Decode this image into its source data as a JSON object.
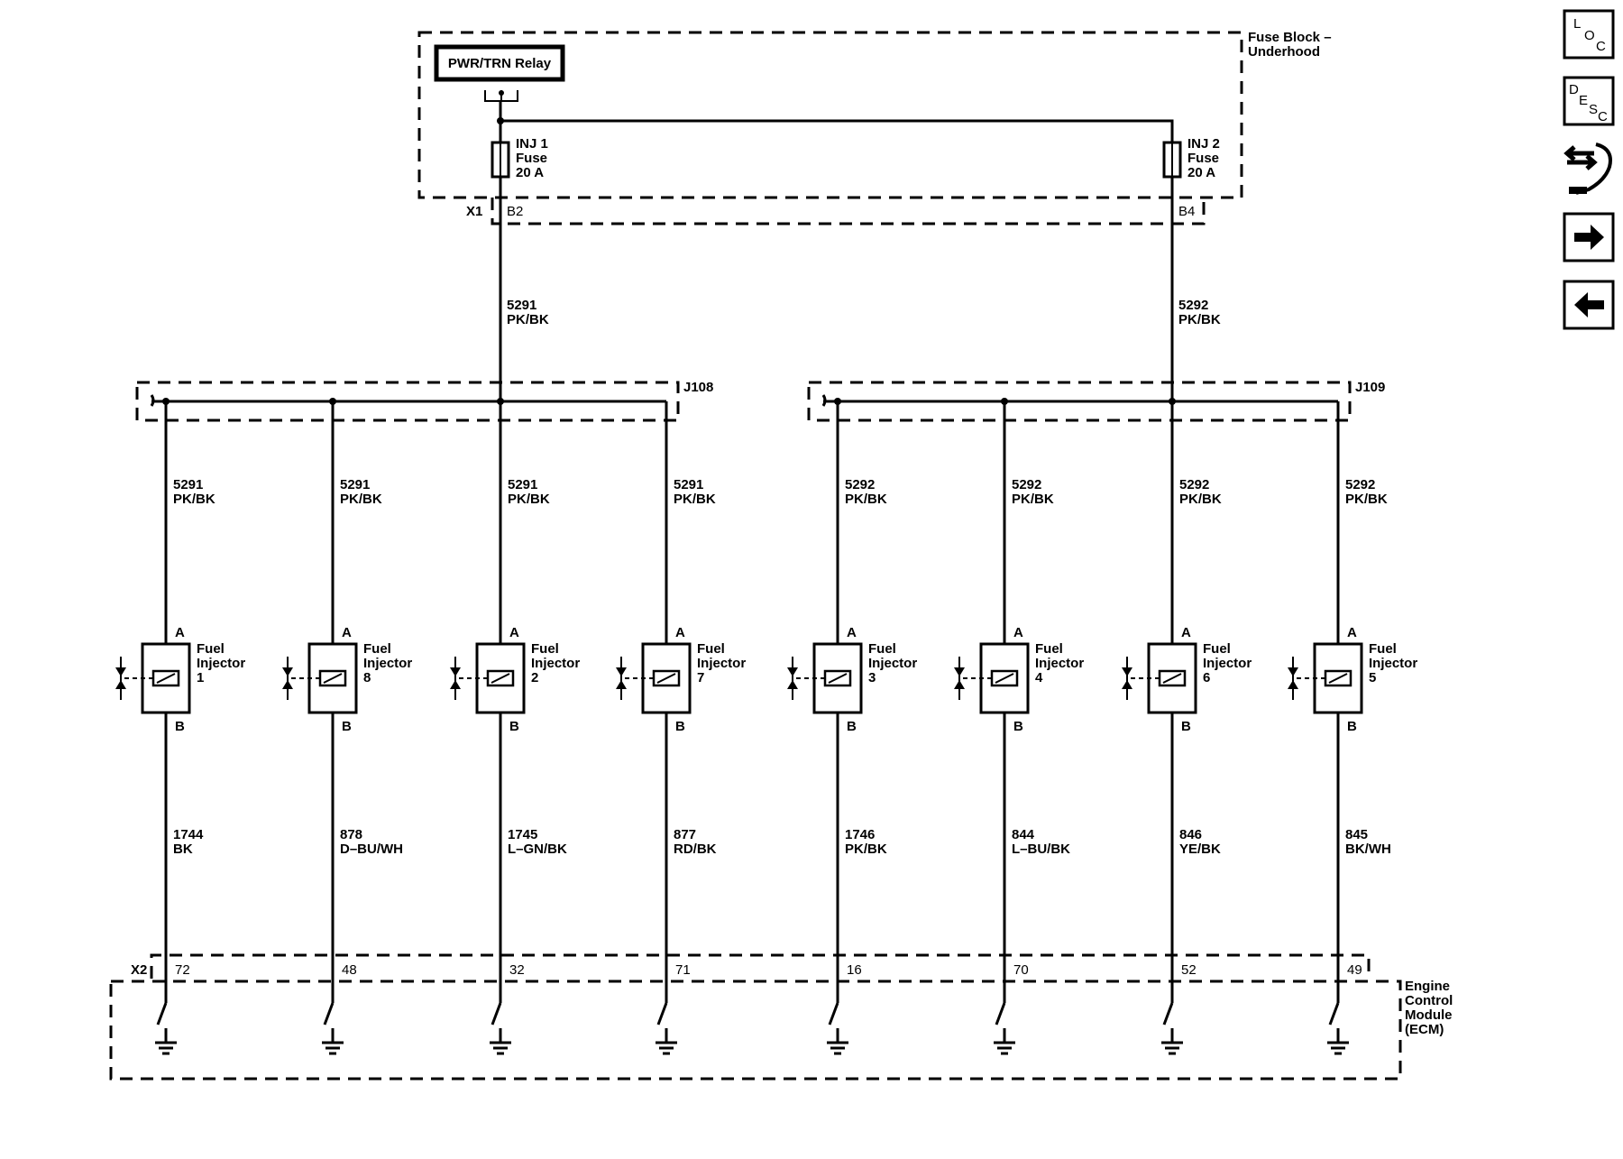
{
  "fuse_block": {
    "title_line1": "Fuse Block –",
    "title_line2": "Underhood",
    "connector": "X1"
  },
  "relay": {
    "label": "PWR/TRN Relay"
  },
  "fuses": [
    {
      "name_line1": "INJ 1",
      "name_line2": "Fuse",
      "rating": "20 A",
      "pin": "B2"
    },
    {
      "name_line1": "INJ 2",
      "name_line2": "Fuse",
      "rating": "20 A",
      "pin": "B4"
    }
  ],
  "feed_wires": [
    {
      "circuit": "5291",
      "color": "PK/BK"
    },
    {
      "circuit": "5292",
      "color": "PK/BK"
    }
  ],
  "splices": [
    {
      "label": "J108"
    },
    {
      "label": "J109"
    }
  ],
  "injectors": [
    {
      "label_line1": "Fuel",
      "label_line2": "Injector",
      "number": "1",
      "pin_a": "A",
      "pin_b": "B",
      "supply_circuit": "5291",
      "supply_color": "PK/BK",
      "control_circuit": "1744",
      "control_color": "BK",
      "ecm_pin": "72"
    },
    {
      "label_line1": "Fuel",
      "label_line2": "Injector",
      "number": "8",
      "pin_a": "A",
      "pin_b": "B",
      "supply_circuit": "5291",
      "supply_color": "PK/BK",
      "control_circuit": "878",
      "control_color": "D–BU/WH",
      "ecm_pin": "48"
    },
    {
      "label_line1": "Fuel",
      "label_line2": "Injector",
      "number": "2",
      "pin_a": "A",
      "pin_b": "B",
      "supply_circuit": "5291",
      "supply_color": "PK/BK",
      "control_circuit": "1745",
      "control_color": "L–GN/BK",
      "ecm_pin": "32"
    },
    {
      "label_line1": "Fuel",
      "label_line2": "Injector",
      "number": "7",
      "pin_a": "A",
      "pin_b": "B",
      "supply_circuit": "5291",
      "supply_color": "PK/BK",
      "control_circuit": "877",
      "control_color": "RD/BK",
      "ecm_pin": "71"
    },
    {
      "label_line1": "Fuel",
      "label_line2": "Injector",
      "number": "3",
      "pin_a": "A",
      "pin_b": "B",
      "supply_circuit": "5292",
      "supply_color": "PK/BK",
      "control_circuit": "1746",
      "control_color": "PK/BK",
      "ecm_pin": "16"
    },
    {
      "label_line1": "Fuel",
      "label_line2": "Injector",
      "number": "4",
      "pin_a": "A",
      "pin_b": "B",
      "supply_circuit": "5292",
      "supply_color": "PK/BK",
      "control_circuit": "844",
      "control_color": "L–BU/BK",
      "ecm_pin": "70"
    },
    {
      "label_line1": "Fuel",
      "label_line2": "Injector",
      "number": "6",
      "pin_a": "A",
      "pin_b": "B",
      "supply_circuit": "5292",
      "supply_color": "PK/BK",
      "control_circuit": "846",
      "control_color": "YE/BK",
      "ecm_pin": "52"
    },
    {
      "label_line1": "Fuel",
      "label_line2": "Injector",
      "number": "5",
      "pin_a": "A",
      "pin_b": "B",
      "supply_circuit": "5292",
      "supply_color": "PK/BK",
      "control_circuit": "845",
      "control_color": "BK/WH",
      "ecm_pin": "49"
    }
  ],
  "ecm": {
    "line1": "Engine",
    "line2": "Control",
    "line3": "Module",
    "line4": "(ECM)",
    "connector": "X2"
  },
  "nav_buttons": {
    "loc": {
      "l1": "L",
      "l2": "O",
      "l3": "C"
    },
    "desc": {
      "l1": "D",
      "l2": "E",
      "l3": "S",
      "l4": "C"
    },
    "icons": [
      "connector-tools-icon",
      "arrow-right-icon",
      "arrow-left-icon"
    ]
  }
}
